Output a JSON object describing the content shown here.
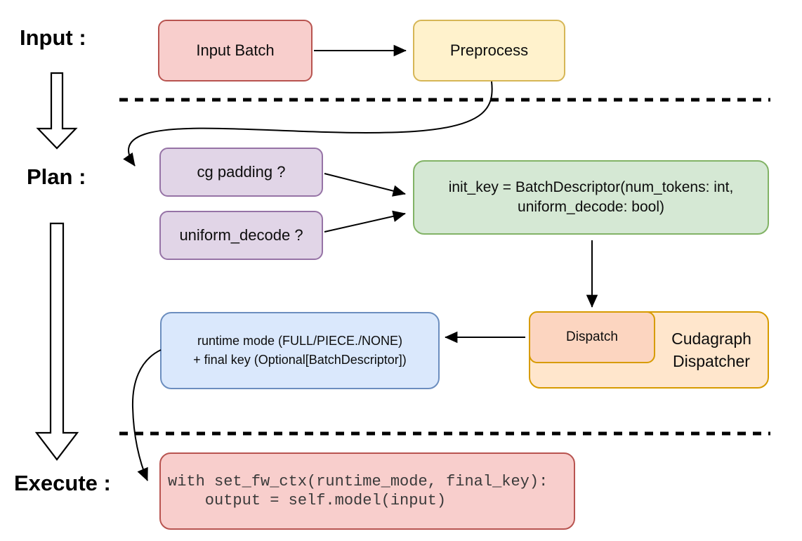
{
  "sections": {
    "input_label": "Input :",
    "plan_label": "Plan :",
    "execute_label": "Execute :"
  },
  "nodes": {
    "input_batch": {
      "label": "Input Batch",
      "fill": "#f8cecc",
      "border": "#b85450"
    },
    "preprocess": {
      "label": "Preprocess",
      "fill": "#fff2cc",
      "border": "#d6b656"
    },
    "cg_padding": {
      "label": "cg padding ?",
      "fill": "#e1d5e7",
      "border": "#9673a6"
    },
    "uniform_decode": {
      "label": "uniform_decode ?",
      "fill": "#e1d5e7",
      "border": "#9673a6"
    },
    "init_key": {
      "line1": "init_key = BatchDescriptor(num_tokens: int,",
      "line2": "uniform_decode: bool)",
      "fill": "#d5e8d4",
      "border": "#82b366"
    },
    "dispatch": {
      "label": "Dispatch",
      "fill": "#fcd5c0",
      "border": "#d79b00"
    },
    "cudagraph_dispatcher": {
      "line1": "Cudagraph",
      "line2": "Dispatcher",
      "fill": "#ffe6cc",
      "border": "#d79b00"
    },
    "runtime_mode": {
      "line1": "runtime mode (FULL/PIECE./NONE)",
      "line2": "+ final key (Optional[BatchDescriptor])",
      "fill": "#dae8fc",
      "border": "#6c8ebf"
    },
    "execute_code": {
      "line1": "with set_fw_ctx(runtime_mode, final_key):",
      "line2": "    output = self.model(input)",
      "fill": "#f8cecc",
      "border": "#b85450"
    }
  }
}
